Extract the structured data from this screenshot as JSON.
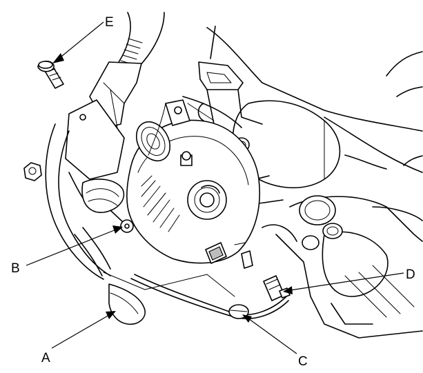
{
  "callouts": {
    "a": "A",
    "b": "B",
    "c": "C",
    "d": "D",
    "e": "E"
  },
  "colors": {
    "line": "#000000",
    "background": "#ffffff",
    "shade": "#bdbdbd"
  }
}
